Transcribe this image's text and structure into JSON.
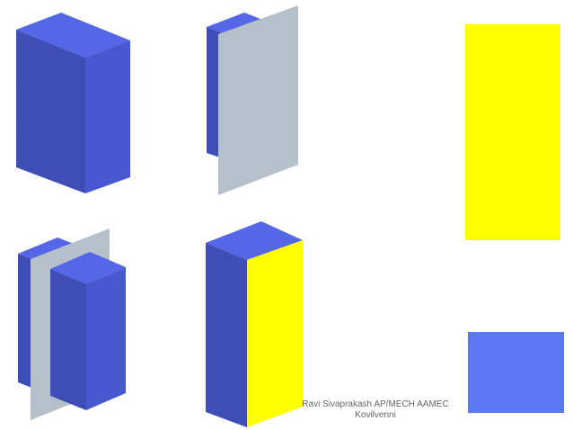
{
  "credit": {
    "line1": "Ravi Sivaprakash AP/MECH AAMEC",
    "line2": "Kovilvenni"
  },
  "colors": {
    "face_top": "#5567E6",
    "face_left": "#3F4DB6",
    "face_right": "#4758CF",
    "cutting_plane": "#B6C0CA",
    "section_face": "#FFFF00",
    "view_square": "#5B78F2",
    "edge_line": "#3A48A8"
  },
  "figures": [
    {
      "id": "solid-prism",
      "description_label": ""
    },
    {
      "id": "prism-with-cutting-plane",
      "description_label": ""
    },
    {
      "id": "prism-split-by-plane",
      "description_label": ""
    },
    {
      "id": "sectioned-prism",
      "description_label": ""
    },
    {
      "id": "section-view-rectangle",
      "description_label": ""
    },
    {
      "id": "top-view-square",
      "description_label": ""
    }
  ]
}
